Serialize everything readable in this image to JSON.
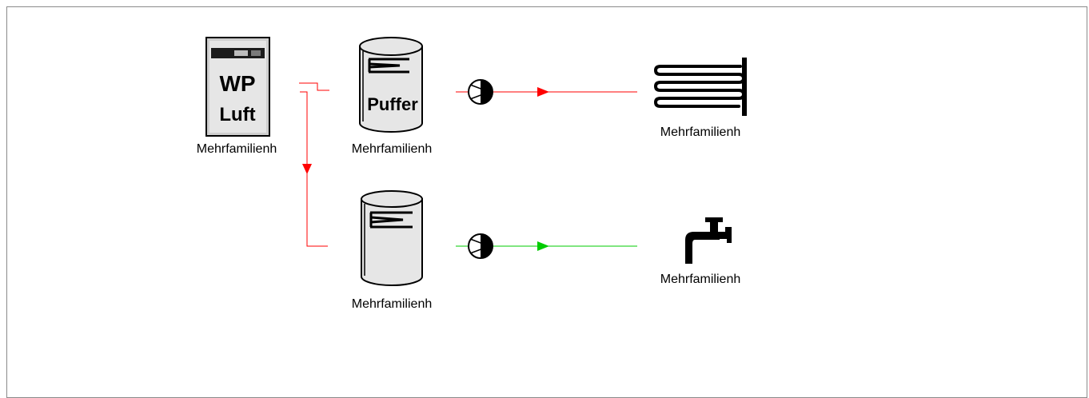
{
  "colors": {
    "heating_line": "#ff0000",
    "dhw_line": "#00cc00",
    "frame_border": "#8a8a8a",
    "device_fill": "#e6e6e6"
  },
  "heat_pump": {
    "icon": "heat-pump-air-icon",
    "line1": "WP",
    "line2": "Luft",
    "label": "Mehrfamilienh"
  },
  "buffer_tank": {
    "icon": "buffer-tank-icon",
    "text": "Puffer",
    "label": "Mehrfamilienh"
  },
  "dhw_tank": {
    "icon": "hot-water-tank-icon",
    "label": "Mehrfamilienh"
  },
  "radiator": {
    "icon": "radiator-icon",
    "label": "Mehrfamilienh"
  },
  "tap": {
    "icon": "water-tap-icon",
    "label": "Mehrfamilienh"
  },
  "pumps": [
    {
      "icon": "circulation-pump-icon",
      "circuit": "heating"
    },
    {
      "icon": "circulation-pump-icon",
      "circuit": "hot-water"
    }
  ]
}
